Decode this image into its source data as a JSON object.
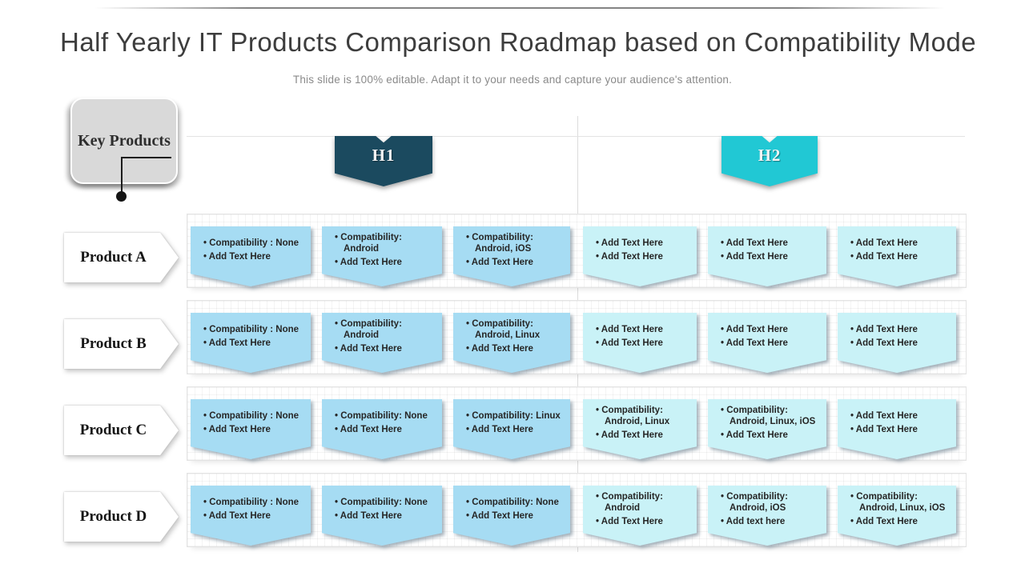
{
  "title": "Half Yearly IT Products Comparison Roadmap based on Compatibility Mode",
  "subtitle": "This slide is 100% editable. Adapt it to your needs and capture your audience's attention.",
  "key_products_label": "Key Products",
  "columns": [
    {
      "id": "h1",
      "label": "H1"
    },
    {
      "id": "h2",
      "label": "H2"
    }
  ],
  "colors": {
    "h1_banner": "#1b4a5f",
    "h2_banner": "#21c8d4",
    "h1_card": "#a6dcf3",
    "h2_card": "#c9f2f7"
  },
  "rows": [
    {
      "label": "Product A",
      "cards": [
        {
          "lines": [
            "Compatibility : None",
            "Add Text Here"
          ]
        },
        {
          "lines": [
            "Compatibility: Android",
            "Add Text Here"
          ]
        },
        {
          "lines": [
            "Compatibility: Android, iOS",
            "Add Text Here"
          ]
        },
        {
          "lines": [
            "Add Text Here",
            "Add Text Here"
          ]
        },
        {
          "lines": [
            "Add Text Here",
            "Add Text Here"
          ]
        },
        {
          "lines": [
            "Add Text Here",
            "Add Text Here"
          ]
        }
      ]
    },
    {
      "label": "Product B",
      "cards": [
        {
          "lines": [
            "Compatibility : None",
            "Add Text Here"
          ]
        },
        {
          "lines": [
            "Compatibility: Android",
            "Add Text Here"
          ]
        },
        {
          "lines": [
            "Compatibility: Android, Linux",
            "Add Text Here"
          ]
        },
        {
          "lines": [
            "Add Text Here",
            "Add Text Here"
          ]
        },
        {
          "lines": [
            "Add Text Here",
            "Add Text Here"
          ]
        },
        {
          "lines": [
            "Add Text Here",
            "Add Text Here"
          ]
        }
      ]
    },
    {
      "label": "Product C",
      "cards": [
        {
          "lines": [
            "Compatibility : None",
            "Add Text Here"
          ]
        },
        {
          "lines": [
            "Compatibility: None",
            "Add Text Here"
          ]
        },
        {
          "lines": [
            "Compatibility: Linux",
            "Add Text Here"
          ]
        },
        {
          "lines": [
            "Compatibility: Android, Linux",
            "Add Text Here"
          ]
        },
        {
          "lines": [
            "Compatibility: Android, Linux, iOS",
            "Add Text Here"
          ]
        },
        {
          "lines": [
            "Add Text Here",
            "Add Text Here"
          ]
        }
      ]
    },
    {
      "label": "Product D",
      "cards": [
        {
          "lines": [
            "Compatibility : None",
            "Add Text Here"
          ]
        },
        {
          "lines": [
            "Compatibility: None",
            "Add Text Here"
          ]
        },
        {
          "lines": [
            "Compatibility: None",
            "Add Text Here"
          ]
        },
        {
          "lines": [
            "Compatibility: Android",
            "Add Text Here"
          ]
        },
        {
          "lines": [
            "Compatibility: Android, iOS",
            "Add text here"
          ]
        },
        {
          "lines": [
            "Compatibility: Android, Linux, iOS",
            "Add Text Here"
          ]
        }
      ]
    }
  ]
}
